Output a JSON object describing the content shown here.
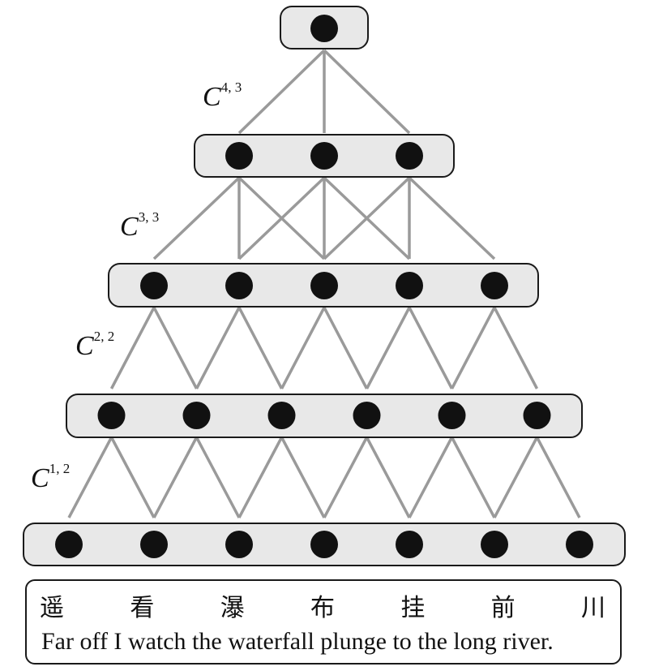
{
  "figure": {
    "layers": [
      {
        "label_base": "C",
        "label_sup": "4, 3",
        "node_count": 1
      },
      {
        "label_base": "C",
        "label_sup": "3, 3",
        "node_count": 3
      },
      {
        "label_base": "C",
        "label_sup": "2, 2",
        "node_count": 5
      },
      {
        "label_base": "C",
        "label_sup": "1, 2",
        "node_count": 6
      },
      {
        "label_base": "",
        "label_sup": "",
        "node_count": 7
      }
    ],
    "characters": [
      "遥",
      "看",
      "瀑",
      "布",
      "挂",
      "前",
      "川"
    ],
    "translation": "Far off I watch the waterfall plunge to the long river.",
    "colors": {
      "edge": "#9a9a9a",
      "node": "#111111",
      "box_fill": "#e8e8e8",
      "border": "#1a1a1a"
    }
  }
}
